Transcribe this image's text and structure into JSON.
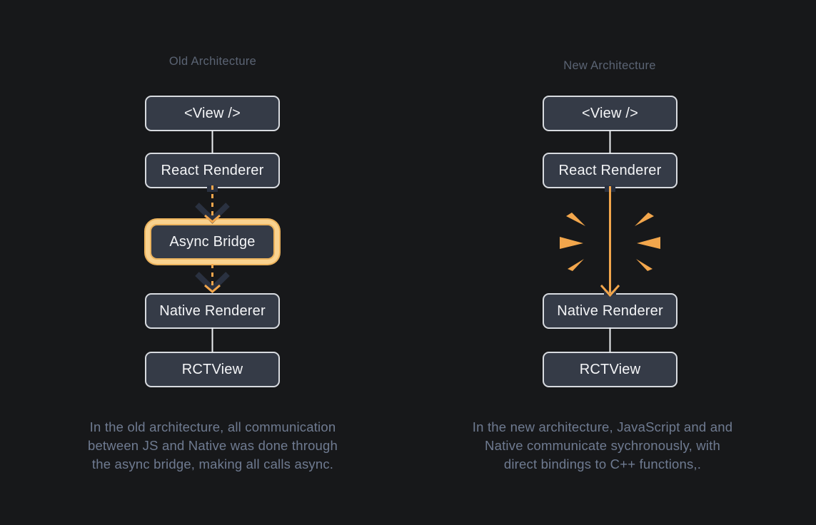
{
  "colors": {
    "page_background": "#17181A",
    "box_fill": "#353B47",
    "box_border": "#D8DBE0",
    "box_text": "#F4F5F7",
    "connector_light": "#EDEFF2",
    "accent_orange": "#F2A64C",
    "glow_ring": "#F9D28F",
    "glow_edge": "#ECB35D",
    "arrowhead_dark": "#2A3140",
    "title_text": "#5B6474",
    "caption_text": "#6F7B91"
  },
  "old_architecture": {
    "title": "Old Architecture",
    "boxes": [
      {
        "label": "<View />"
      },
      {
        "label": "React Renderer"
      },
      {
        "label": "Async Bridge",
        "highlighted": true
      },
      {
        "label": "Native Renderer"
      },
      {
        "label": "RCTView"
      }
    ],
    "caption_lines": [
      "In the old architecture, all communication",
      "between JS and Native was done through",
      "the async bridge, making all calls async."
    ]
  },
  "new_architecture": {
    "title": "New Architecture",
    "boxes": [
      {
        "label": "<View />"
      },
      {
        "label": "React Renderer"
      },
      {
        "label": "Native Renderer"
      },
      {
        "label": "RCTView"
      }
    ],
    "caption_lines": [
      "In the new architecture, JavaScript and and",
      "Native communicate sychronously, with",
      "direct bindings to C++ functions,."
    ]
  }
}
